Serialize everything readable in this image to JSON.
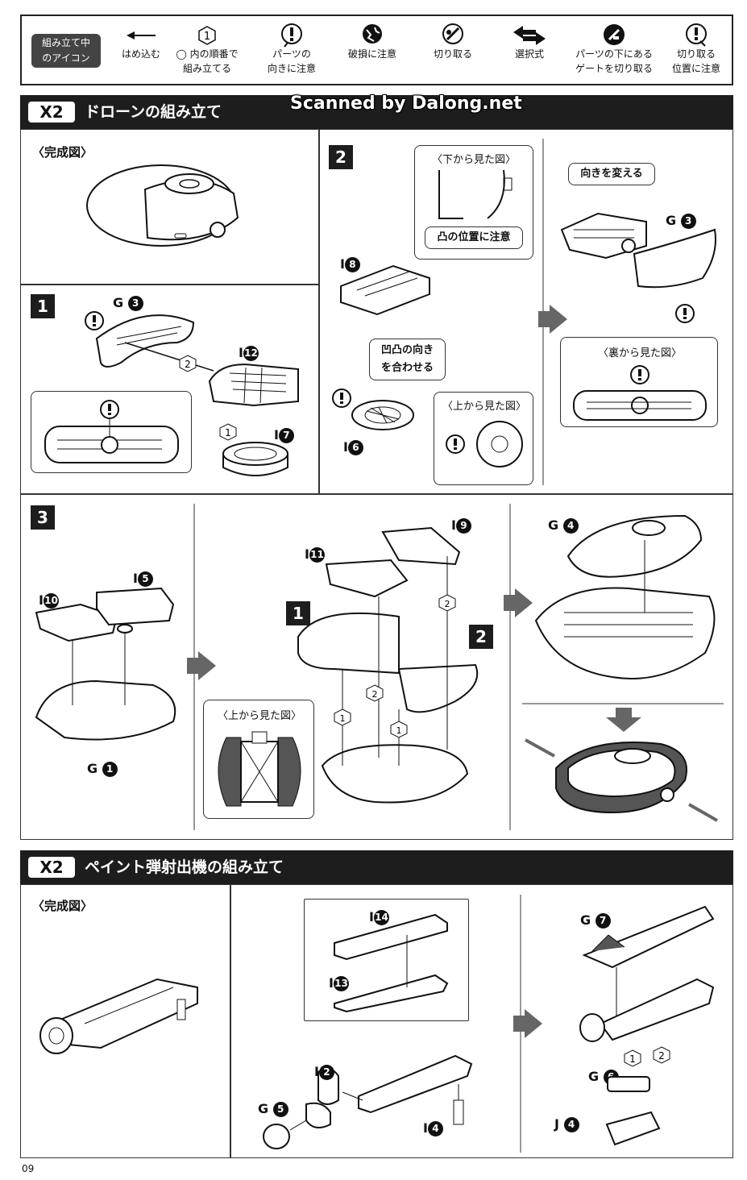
{
  "legend": {
    "badge": [
      "組み立て中",
      "のアイコン"
    ],
    "items": [
      {
        "icon": "push-in-arrow-icon",
        "text": [
          "はめ込む"
        ]
      },
      {
        "icon": "order-hexagon-icon",
        "text": [
          "◯ 内の順番で",
          "組み立てる"
        ]
      },
      {
        "icon": "part-direction-caution-icon",
        "text": [
          "パーツの",
          "向きに注意"
        ]
      },
      {
        "icon": "breakage-caution-icon",
        "text": [
          "破損に注意"
        ]
      },
      {
        "icon": "cut-icon",
        "text": [
          "切り取る"
        ]
      },
      {
        "icon": "choice-arrows-icon",
        "text": [
          "選択式"
        ]
      },
      {
        "icon": "cut-under-gate-icon",
        "text": [
          "パーツの下にある",
          "ゲートを切り取る"
        ]
      },
      {
        "icon": "cut-position-caution-icon",
        "text": [
          "切り取る",
          "位置に注意"
        ]
      }
    ]
  },
  "watermark": "Scanned by Dalong.net",
  "section1": {
    "multiplier": "X2",
    "title": "ドローンの組み立て",
    "complete_label": "〈完成図〉",
    "step1": {
      "num": "1",
      "parts": {
        "g": "G",
        "g_num": "3",
        "i12": "I",
        "i12_num": "12",
        "i7": "I",
        "i7_num": "7"
      },
      "order": [
        "1",
        "2"
      ]
    },
    "step2": {
      "num": "2",
      "view_from_below": "〈下から見た図〉",
      "protrusion_note": "凸の位置に注意",
      "align_note": [
        "凹凸の向き",
        "を合わせる"
      ],
      "view_from_top": "〈上から見た図〉",
      "change_direction": "向きを変える",
      "view_from_back": "〈裏から見た図〉",
      "parts": {
        "i8": "I",
        "i8_num": "8",
        "i6": "I",
        "i6_num": "6",
        "g": "G",
        "g_num": "3"
      }
    },
    "step3": {
      "num": "3",
      "view_from_top": "〈上から見た図〉",
      "parts": {
        "i5": "I",
        "i5_num": "5",
        "i10": "I",
        "i10_num": "10",
        "g1": "G",
        "g1_num": "1",
        "i11": "I",
        "i11_num": "11",
        "i9": "I",
        "i9_num": "9",
        "g4": "G",
        "g4_num": "4"
      },
      "sub_steps": [
        "1",
        "2"
      ],
      "order": [
        "2",
        "2",
        "1",
        "1"
      ]
    }
  },
  "section2": {
    "multiplier": "X2",
    "title": "ペイント弾射出機の組み立て",
    "complete_label": "〈完成図〉",
    "parts": {
      "i14": "I",
      "i14_num": "14",
      "i13": "I",
      "i13_num": "13",
      "i2": "I",
      "i2_num": "2",
      "g5": "G",
      "g5_num": "5",
      "i4": "I",
      "i4_num": "4",
      "g7": "G",
      "g7_num": "7",
      "g6": "G",
      "g6_num": "6",
      "j4": "J",
      "j4_num": "4"
    },
    "order": [
      "1",
      "2"
    ]
  },
  "page_number": "09"
}
